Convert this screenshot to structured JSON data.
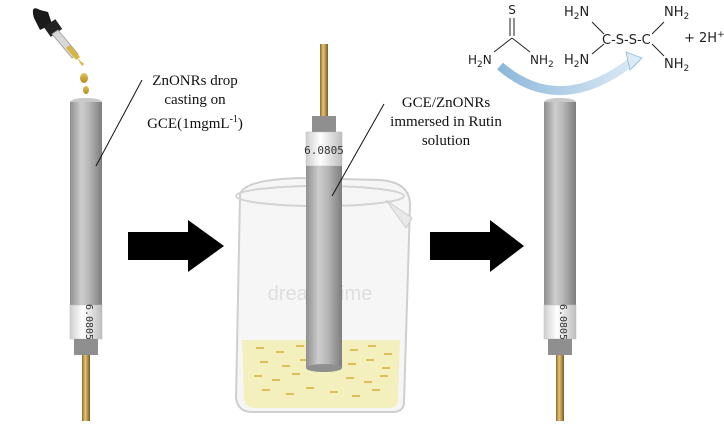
{
  "labels": {
    "step1": {
      "line1": "ZnONRs drop",
      "line2": "casting on",
      "line3": "GCE(1mgmL",
      "line3_sup": "-1",
      "line3_end": ")"
    },
    "step2": {
      "line1": "GCE/ZnONRs",
      "line2": "immersed in Rutin",
      "line3": "solution"
    }
  },
  "electrode_text": "6.0805",
  "watermark": "dreamstime",
  "reaction": {
    "thiourea": {
      "top": "S",
      "left": "H",
      "left_sub": "2",
      "left_tail": "N",
      "right": "NH",
      "right_sub": "2"
    },
    "product": {
      "nh2": "NH",
      "sub": "2",
      "h2n": "H",
      "n": "N",
      "core": "C-S-S-C",
      "plus": "+ 2H",
      "plus_sup": "+"
    }
  },
  "colors": {
    "electrode_body": "#a9a9a9",
    "electrode_highlight": "#cfcfcf",
    "brass": "#c9a04a",
    "arrow": "#000000",
    "solution": "#f3f0b8",
    "curved_arrow": "#9cc3e0"
  }
}
